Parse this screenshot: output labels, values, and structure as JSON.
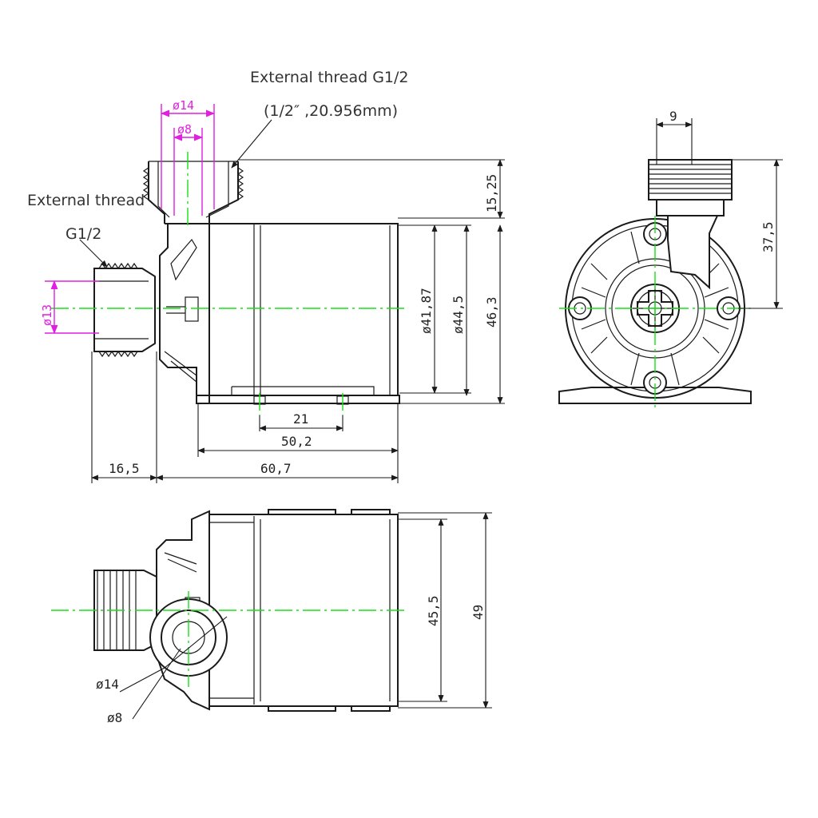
{
  "callouts": {
    "top_thread": "External thread G1/2",
    "top_thread_size": "(1/2″ ,20.956mm)",
    "side_thread_line1": "External thread",
    "side_thread_line2": "G1/2"
  },
  "dimensions": {
    "outlet_od": "ø14",
    "outlet_id": "ø8",
    "inlet_od": "ø13",
    "thread_height": "15,25",
    "d_41_87": "ø41,87",
    "d_44_5": "ø44,5",
    "height_46_3": "46,3",
    "base_slot": "21",
    "base_len": "50,2",
    "inlet_len": "16,5",
    "body_len": "60,7",
    "end_outlet_width": "9",
    "end_outlet_height": "37,5",
    "bottom_width": "45,5",
    "bottom_total": "49",
    "bottom_od": "ø14",
    "bottom_id": "ø8"
  },
  "colors": {
    "outline": "#1a1a1a",
    "centerline": "#18e018",
    "highlight_dims": "#e020e0"
  }
}
